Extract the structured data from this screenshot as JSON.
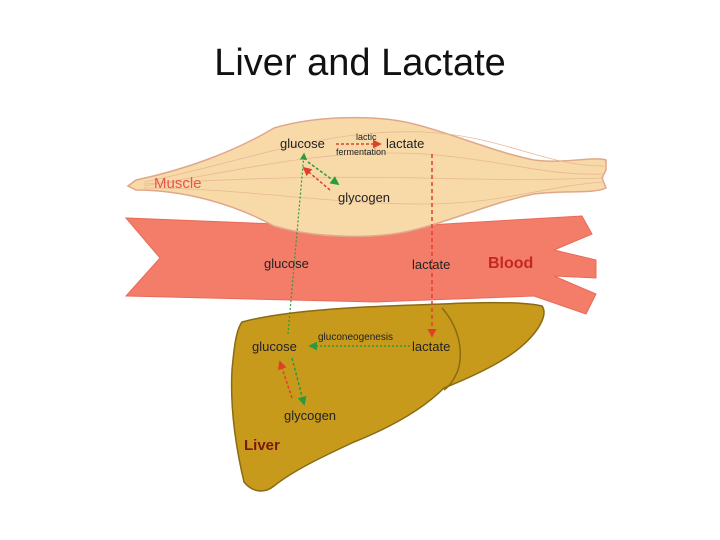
{
  "slide": {
    "title": "Liver and Lactate"
  },
  "diagram": {
    "organs": {
      "muscle": "Muscle",
      "blood": "Blood",
      "liver": "Liver"
    },
    "muscle_labels": {
      "glucose": "glucose",
      "lactate": "lactate",
      "glycogen": "glycogen",
      "process_line1": "lactic",
      "process_line2": "fermentation"
    },
    "blood_labels": {
      "glucose": "glucose",
      "lactate": "lactate"
    },
    "liver_labels": {
      "glucose": "glucose",
      "lactate": "lactate",
      "glycogen": "glycogen",
      "process": "gluconeogenesis"
    },
    "colors": {
      "muscle_fill": "#f8d9a8",
      "muscle_stroke": "#e0a88a",
      "muscle_label": "#e4574a",
      "blood_fill": "#f47d6a",
      "blood_label": "#c4281e",
      "liver_fill": "#c89a1c",
      "liver_stroke": "#8a6a14",
      "liver_label": "#7a1810",
      "green_arrow": "#2a9a3c",
      "red_arrow": "#e0402a"
    }
  }
}
